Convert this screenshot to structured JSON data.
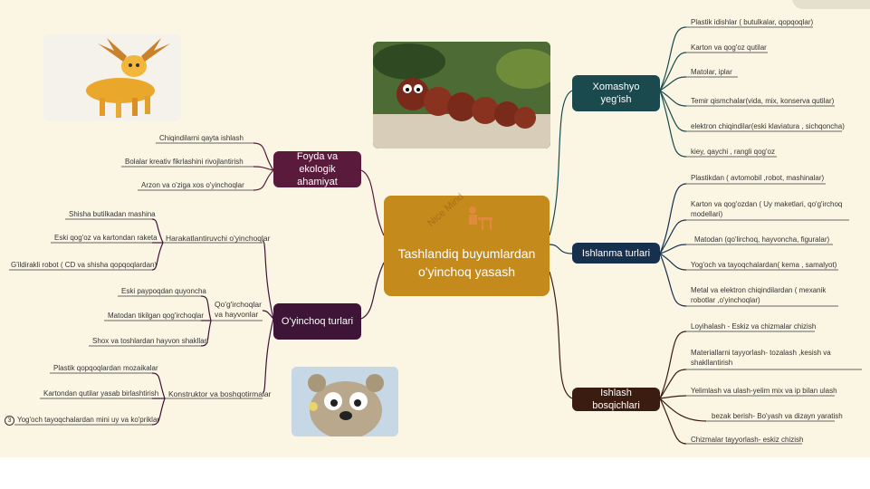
{
  "center": {
    "title": "Tashlandiq buyumlardan o'yinchoq yasash",
    "watermark": "Nice Mind"
  },
  "topics": {
    "xomashyo": "Xomashyo yeg'ish",
    "ishlanma": "Ishlanma turlari",
    "bosqich": "Ishlash bosqichlari",
    "foyda": "Foyda va ekologik ahamiyat",
    "oyinchoq": "O'yinchoq turlari"
  },
  "xomashyo_items": [
    "Plastik idishlar ( butulkalar, qopqoqlar)",
    "Karton va qog'oz qutilar",
    "Matolar, iplar",
    "Temir qismchalar(vida, mix, konserva qutilar)",
    "elektron chiqindilar(eski klaviatura , sichqoncha)",
    "kiey, qaychi , rangli qog'oz"
  ],
  "ishlanma_items": [
    "Plastikdan ( avtomobil ,robot, mashinalar)",
    "Karton va qog'ozdan ( Uy maketlari, qo'g'irchoq modellari)",
    "Matodan (qo'lirchoq, hayvoncha, figuralar)",
    "Yog'och va tayoqchalardan( kema , samalyot)",
    "Metal va elektron chiqindilardan ( mexanik robotlar ,o'yinchoqlar)"
  ],
  "bosqich_items": [
    "Loyihalash - Eskiz va chizmalar chizish",
    "Materiallarni tayyorlash- tozalash ,kesish va shakllantirish",
    "Yelimlash va ulash-yelim mix va ip bilan ulash",
    "bezak berish- Bo'yash va dizayn yaratish",
    "Chizmalar tayyorlash- eskiz chizish"
  ],
  "foyda_items": [
    "Chiqindilarni qayta ishlash",
    "Bolalar kreativ fikrlashini rivojlantirish",
    "Arzon va o'ziga xos o'yinchoqlar"
  ],
  "oyinchoq_groups": {
    "harakat": "Harakatlantiruvchi o'yinchoqlar",
    "qogirchoq": "Qo'g'irchoqlar va hayvonlar",
    "konstruktor": "Konstruktor va boshqotirmalar"
  },
  "harakat_items": [
    "Shisha butilkadan mashina",
    "Eski qog'oz va kartondan raketa",
    "G'ildirakli robot ( CD  va shisha qopqoqlardan)"
  ],
  "qogirchoq_items": [
    "Eski paypoqdan quyoncha",
    "Matodan tikilgan qog'irchoqlar",
    "Shox va toshlardan hayvon shakllari"
  ],
  "konstruktor_items": [
    "Plastik qopqoqlardan mozaikalar",
    "Kartondan qutilar yasab birlashtirish",
    "Yog'och tayoqchalardan mini uy va ko'priklar"
  ],
  "footer_mark": "3",
  "colors": {
    "center": "#c48a1c",
    "xomashyo": "#1a4a4e",
    "ishlanma": "#17304e",
    "bosqich": "#3a1d10",
    "foyda": "#5a1a3b",
    "oyinchoq": "#3e1437",
    "background": "#fbf6e4"
  },
  "images": {
    "leaf_deer": "leaf-deer-picture",
    "chestnut_caterpillar": "chestnut-caterpillar-picture",
    "felt_bear": "felt-bear-picture"
  }
}
